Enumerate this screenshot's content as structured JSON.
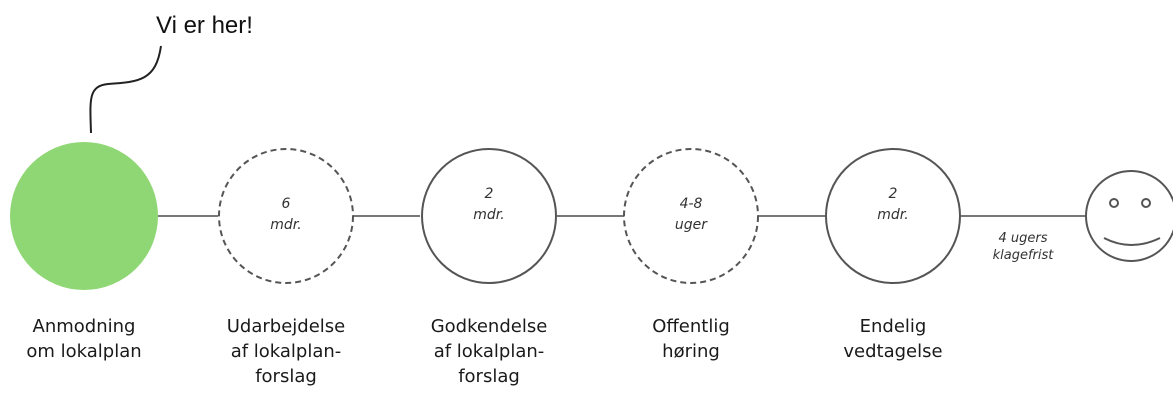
{
  "callout": {
    "text": "Vi er her!"
  },
  "steps": [
    {
      "duration": [
        "",
        ""
      ],
      "label": [
        "Anmodning",
        "om lokalplan"
      ],
      "style": "filled",
      "fill": "#8fd775"
    },
    {
      "duration": [
        "6",
        "mdr."
      ],
      "label": [
        "Udarbejdelse",
        "af lokalplan-",
        "forslag"
      ],
      "style": "dashed"
    },
    {
      "duration": [
        "2",
        "mdr."
      ],
      "label": [
        "Godkendelse",
        "af lokalplan-",
        "forslag"
      ],
      "style": "solid"
    },
    {
      "duration": [
        "4-8",
        "uger"
      ],
      "label": [
        "Offentlig",
        "høring"
      ],
      "style": "dashed"
    },
    {
      "duration": [
        "2",
        "mdr."
      ],
      "label": [
        "Endelig",
        "vedtagelse"
      ],
      "style": "solid"
    }
  ],
  "final": {
    "note": [
      "4 ugers",
      "klagefrist"
    ],
    "icon": "smiley-face-icon"
  },
  "colors": {
    "active": "#8fd775",
    "stroke": "#555555"
  }
}
